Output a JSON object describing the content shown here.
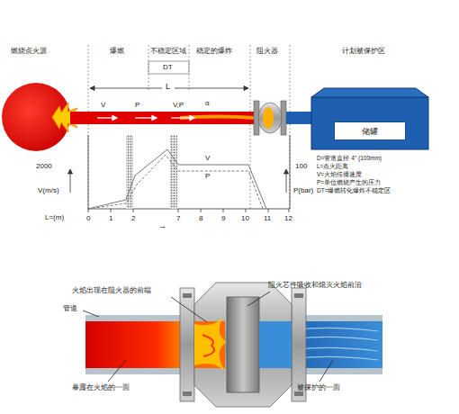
{
  "diagram": {
    "nodes": [
      {
        "text": [
          "储罐"
        ]
      }
    ],
    "labels": [
      "燃烧点火源",
      "爆燃",
      "不稳定区域",
      "DT",
      "稳定的爆炸",
      "阻火器",
      "计划被保护区",
      "L",
      "V",
      "P",
      "V,P",
      "α",
      "2000",
      "V(m/s)",
      "L=(m)",
      "0",
      "1",
      "2",
      "7",
      "8",
      "9",
      "10",
      "11",
      "12",
      "→",
      "V",
      "P",
      "100",
      "P(bar)",
      "D=管道直径 4\" (100mm)",
      "L=点火距离",
      "V=火焰传播速度",
      "P=单位燃烧产生的压力",
      "DT=爆燃转化爆炸不稳定区",
      "火焰出现在阻火器的前端",
      "阻火芯件吸收和熄灭火焰前沿",
      "管道",
      "暴露在火焰的一面",
      "被保护的一面"
    ]
  }
}
